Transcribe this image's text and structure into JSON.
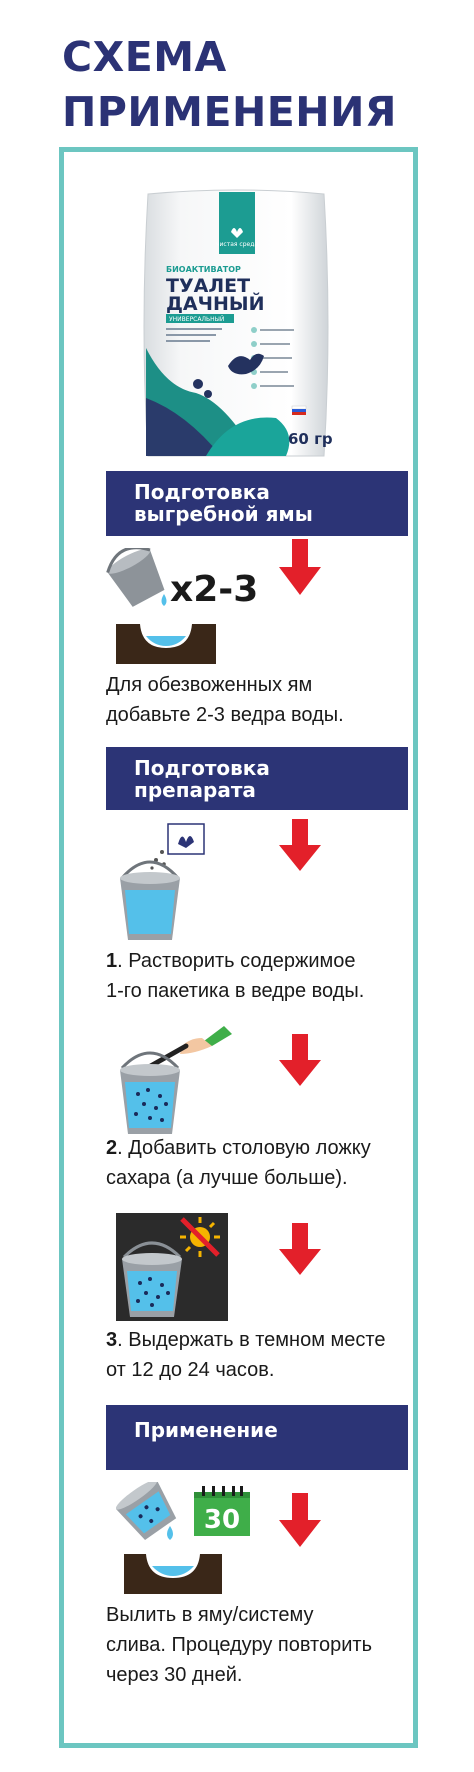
{
  "header": {
    "title_line1": "СХЕМА",
    "title_line2": "ПРИМЕНЕНИЯ"
  },
  "package": {
    "brand": "чистая среда",
    "category": "БИОАКТИВАТОР",
    "name_line1": "ТУАЛЕТ",
    "name_line2": "ДАЧНЫЙ",
    "variant": "УНИВЕРСАЛЬНЫЙ",
    "weight": "60 гр"
  },
  "sections": [
    {
      "banner_line1": "Подготовка",
      "banner_line2": "выгребной ямы",
      "multiplier": "x2-3",
      "text_line1": "Для обезвоженных ям",
      "text_line2": "добавьте 2-3 ведра воды."
    },
    {
      "banner_line1": "Подготовка",
      "banner_line2": "препарата",
      "steps": [
        {
          "num": "1",
          "text_line1": ". Растворить содержимое",
          "text_line2": "1-го пакетика в ведре воды."
        },
        {
          "num": "2",
          "text_line1": ". Добавить столовую ложку",
          "text_line2": "сахара (а лучше больше)."
        },
        {
          "num": "3",
          "text_line1": ". Выдержать в темном месте",
          "text_line2": "от 12 до 24 часов."
        }
      ]
    },
    {
      "banner_line1": "Применение",
      "calendar_day": "30",
      "text_line1": "Вылить в яму/систему",
      "text_line2": "слива. Процедуру повторить",
      "text_line3": "через 30 дней."
    }
  ],
  "colors": {
    "title": "#2b3275",
    "banner": "#2c3476",
    "frame": "#6cc6c1",
    "arrow": "#e3202a",
    "water": "#54c0ea",
    "soil": "#3a2718",
    "calendar": "#3fae49"
  }
}
